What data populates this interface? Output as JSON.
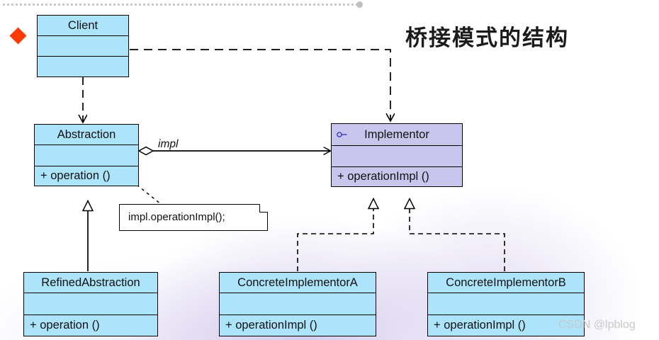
{
  "title": "桥接模式的结构",
  "watermark": "CSDN @lpblog",
  "classes": {
    "client": {
      "name": "Client",
      "attributes": "",
      "operations": ""
    },
    "abstraction": {
      "name": "Abstraction",
      "attributes": "",
      "operations": "+ operation ()"
    },
    "implementor": {
      "name": "Implementor",
      "attributes": "",
      "operations": "+ operationImpl ()",
      "stereotype_icon": "interface-lollipop-icon"
    },
    "refined_abstraction": {
      "name": "RefinedAbstraction",
      "attributes": "",
      "operations": "+ operation ()"
    },
    "concrete_implementor_a": {
      "name": "ConcreteImplementorA",
      "attributes": "",
      "operations": "+ operationImpl ()"
    },
    "concrete_implementor_b": {
      "name": "ConcreteImplementorB",
      "attributes": "",
      "operations": "+ operationImpl ()"
    }
  },
  "note": {
    "text": "impl.operationImpl();"
  },
  "relations": [
    {
      "id": "client-abstraction",
      "type": "dependency",
      "from": "Client",
      "to": "Abstraction",
      "label": ""
    },
    {
      "id": "client-implementor",
      "type": "dependency",
      "from": "Client",
      "to": "Implementor",
      "label": ""
    },
    {
      "id": "abstraction-implementor",
      "type": "aggregation",
      "from": "Abstraction",
      "to": "Implementor",
      "label": "impl"
    },
    {
      "id": "refined-abstraction",
      "type": "generalization",
      "from": "RefinedAbstraction",
      "to": "Abstraction",
      "label": ""
    },
    {
      "id": "concreteA-implementor",
      "type": "realization",
      "from": "ConcreteImplementorA",
      "to": "Implementor",
      "label": ""
    },
    {
      "id": "concreteB-implementor",
      "type": "realization",
      "from": "ConcreteImplementorB",
      "to": "Implementor",
      "label": ""
    },
    {
      "id": "note-anchor",
      "type": "note-link",
      "from": "note",
      "to": "Abstraction.operation",
      "label": ""
    }
  ],
  "colors": {
    "class_fill": "#ace5fb",
    "interface_fill": "#c9c6ee",
    "stroke": "#000000",
    "bullet": "#fd3b06",
    "watermark": "#c8c8c8",
    "rule": "#c9c9c9"
  },
  "labels": {
    "impl": "impl"
  }
}
